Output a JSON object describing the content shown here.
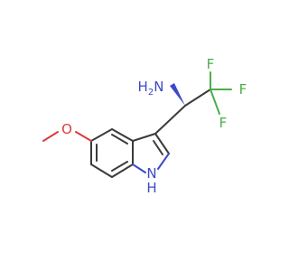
{
  "molecule": {
    "atoms": {
      "amine": {
        "symbol": "N",
        "hydrogens": "H",
        "hydrogen_count": "2"
      },
      "fluorine_top": {
        "symbol": "F"
      },
      "fluorine_right": {
        "symbol": "F"
      },
      "fluorine_bottom": {
        "symbol": "F"
      },
      "methoxy_oxygen": {
        "symbol": "O"
      },
      "indole_nh": {
        "symbol": "N",
        "hydrogen": "H"
      }
    },
    "colors": {
      "bond": "#3a3a3a",
      "nitrogen": "#3d49c9",
      "fluorine": "#4cae4c",
      "oxygen": "#e03a3a"
    }
  }
}
